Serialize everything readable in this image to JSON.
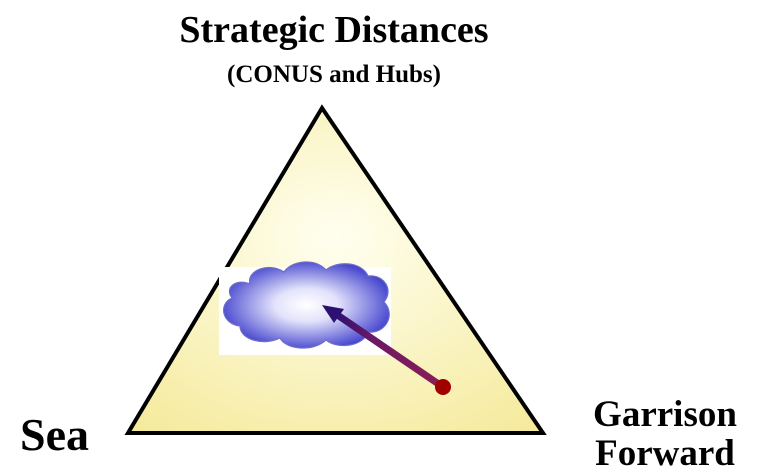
{
  "diagram": {
    "title": "Strategic Distances",
    "subtitle": "(CONUS and Hubs)",
    "vertices": {
      "left": "Sea",
      "right_line1": "Garrison",
      "right_line2": "Forward"
    },
    "colors": {
      "triangle_fill_light": "#fffff0",
      "triangle_fill_dark": "#f5ea9c",
      "triangle_stroke": "#000000",
      "cloud_center": "#ffffff",
      "cloud_edge": "#3c3ccc",
      "arrow": "#8a1c54",
      "arrow_head": "#2e1070",
      "arrow_origin": "#a00000"
    }
  }
}
